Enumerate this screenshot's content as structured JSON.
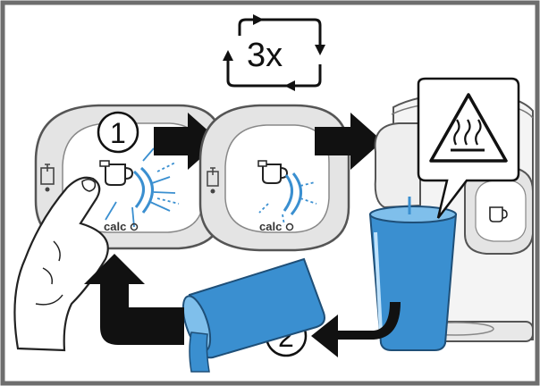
{
  "diagram": {
    "repeat_label": "3x",
    "step_1_label": "1",
    "step_2_label": "2",
    "calc_label_left": "calc",
    "calc_label_middle": "calc",
    "warning_symbol": "hot-surface-warning-icon",
    "water_color": "#3a8fd0",
    "frame_color": "#6e6e6e",
    "arrow_color": "#111111"
  }
}
